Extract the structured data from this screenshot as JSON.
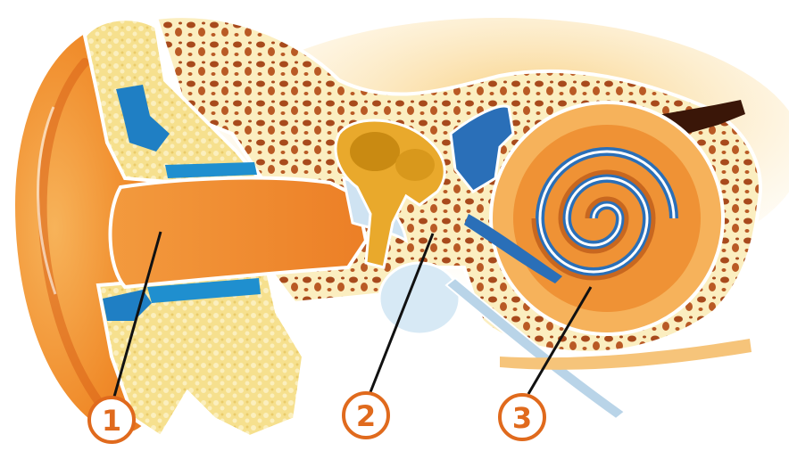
{
  "diagram": {
    "callouts": [
      {
        "id": "outer-ear",
        "label": "1"
      },
      {
        "id": "middle-ear",
        "label": "2"
      },
      {
        "id": "inner-ear",
        "label": "3"
      }
    ],
    "colors": {
      "background": "#ffffff",
      "ear_orange": "#f08b2a",
      "ear_light": "#f7b35a",
      "bone_yellow": "#f9e9a6",
      "bone_spots": "#a84a1c",
      "cartilage_blue": "#1f7fc4",
      "cochlea_blue": "#2a6fb8",
      "leader_line": "#111111",
      "callout_stroke": "#e06a1d"
    }
  }
}
